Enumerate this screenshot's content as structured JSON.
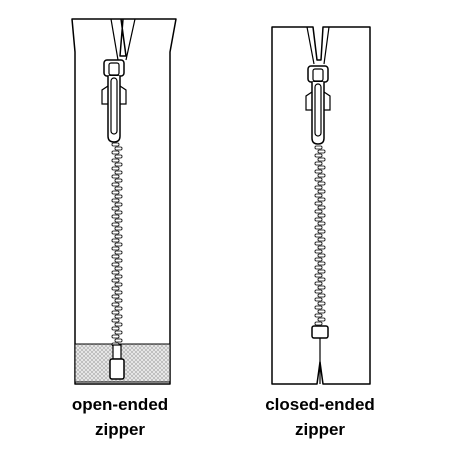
{
  "colors": {
    "outline": "#000000",
    "tape": "#ffffff",
    "mesh_fill": "#e6e6e6",
    "mesh_line": "#9a9a9a"
  },
  "zippers": [
    {
      "type": "open-ended",
      "caption_line1": "open-ended",
      "caption_line2": "zipper"
    },
    {
      "type": "closed-ended",
      "caption_line1": "closed-ended",
      "caption_line2": "zipper"
    }
  ]
}
